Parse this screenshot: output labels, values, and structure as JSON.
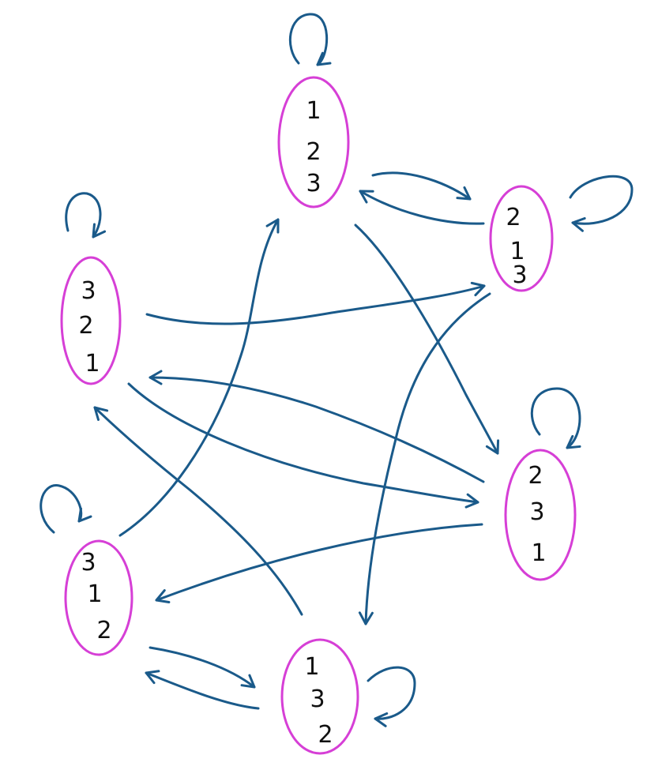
{
  "colors": {
    "node_outline": "#d63fd6",
    "edge": "#1a5a8a",
    "text": "#111111",
    "background": "#ffffff"
  },
  "nodes": [
    {
      "id": "n123",
      "lines": [
        "1",
        "2",
        "3"
      ]
    },
    {
      "id": "n213",
      "lines": [
        "2",
        "1",
        "3"
      ]
    },
    {
      "id": "n231",
      "lines": [
        "2",
        "3",
        "1"
      ]
    },
    {
      "id": "n132",
      "lines": [
        "1",
        "3",
        "2"
      ]
    },
    {
      "id": "n312",
      "lines": [
        "3",
        "1",
        "2"
      ]
    },
    {
      "id": "n321",
      "lines": [
        "3",
        "2",
        "1"
      ]
    }
  ],
  "edges": [
    {
      "from": "n123",
      "to": "n123"
    },
    {
      "from": "n213",
      "to": "n213"
    },
    {
      "from": "n231",
      "to": "n231"
    },
    {
      "from": "n132",
      "to": "n132"
    },
    {
      "from": "n312",
      "to": "n312"
    },
    {
      "from": "n321",
      "to": "n321"
    },
    {
      "from": "n123",
      "to": "n213"
    },
    {
      "from": "n213",
      "to": "n123"
    },
    {
      "from": "n123",
      "to": "n231"
    },
    {
      "from": "n312",
      "to": "n123"
    },
    {
      "from": "n321",
      "to": "n213"
    },
    {
      "from": "n213",
      "to": "n132"
    },
    {
      "from": "n231",
      "to": "n321"
    },
    {
      "from": "n321",
      "to": "n231"
    },
    {
      "from": "n231",
      "to": "n312"
    },
    {
      "from": "n132",
      "to": "n321"
    },
    {
      "from": "n312",
      "to": "n132"
    },
    {
      "from": "n132",
      "to": "n312"
    }
  ]
}
